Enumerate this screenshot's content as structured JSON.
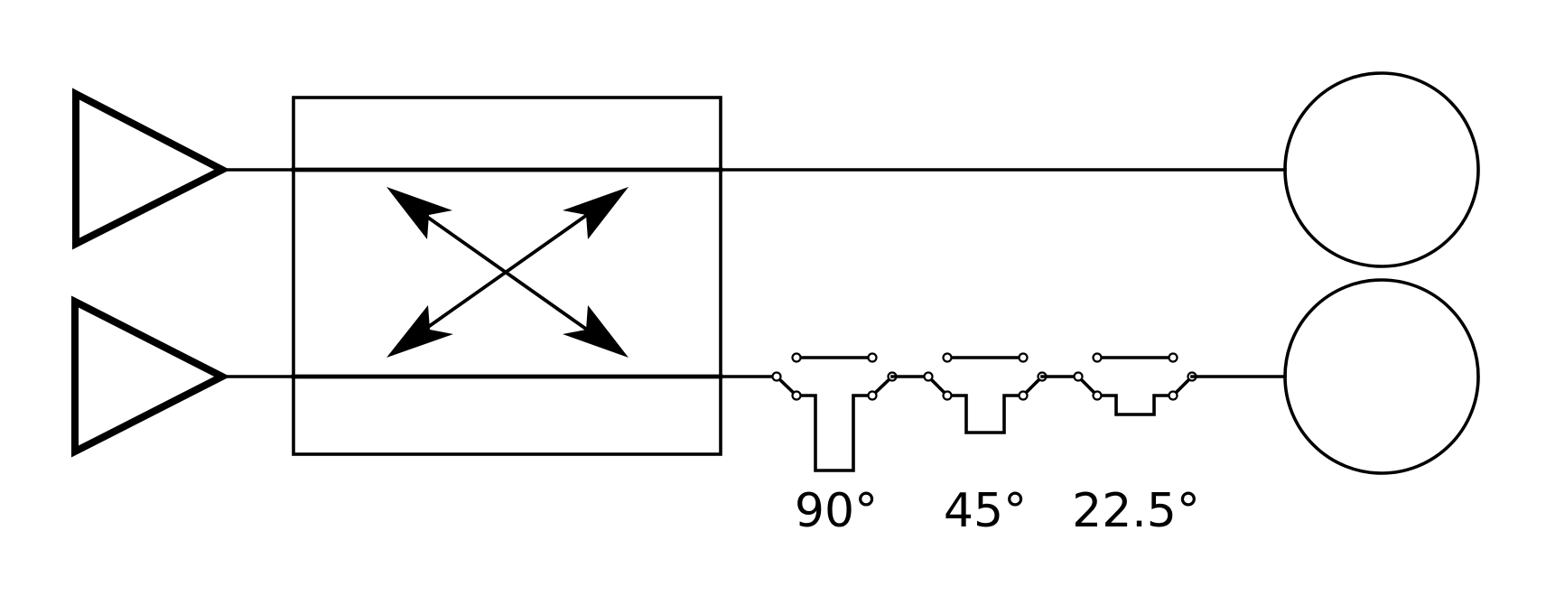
{
  "colors": {
    "stroke": "#000000",
    "background": "#ffffff"
  },
  "phase_shifters": [
    {
      "label": "90°",
      "depth": "large"
    },
    {
      "label": "45°",
      "depth": "medium"
    },
    {
      "label": "22.5°",
      "depth": "small"
    }
  ]
}
